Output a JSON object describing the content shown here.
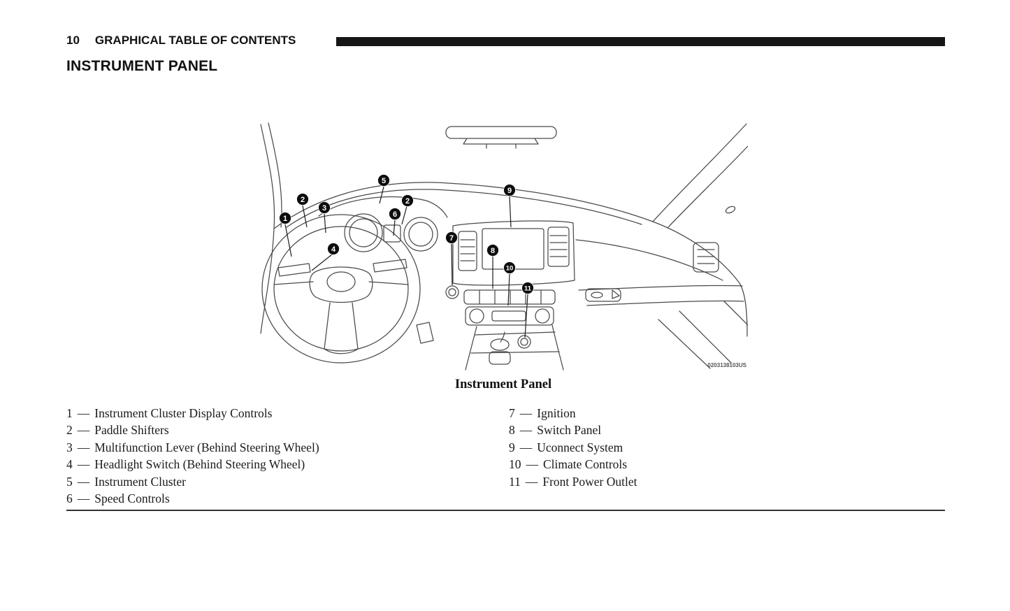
{
  "header": {
    "page_number": "10",
    "title": "GRAPHICAL TABLE OF CONTENTS"
  },
  "section": {
    "title": "INSTRUMENT PANEL"
  },
  "figure": {
    "caption": "Instrument Panel",
    "code": "0203138103US",
    "callout_numbers": [
      "1",
      "2",
      "3",
      "4",
      "5",
      "6",
      "2",
      "7",
      "8",
      "9",
      "10",
      "11"
    ]
  },
  "legend": {
    "separator": "—",
    "left": [
      {
        "num": "1",
        "label": "Instrument Cluster Display Controls"
      },
      {
        "num": "2",
        "label": "Paddle Shifters"
      },
      {
        "num": "3",
        "label": "Multifunction Lever (Behind Steering Wheel)"
      },
      {
        "num": "4",
        "label": "Headlight Switch (Behind Steering Wheel)"
      },
      {
        "num": "5",
        "label": "Instrument Cluster"
      },
      {
        "num": "6",
        "label": "Speed Controls"
      }
    ],
    "right": [
      {
        "num": "7",
        "label": "Ignition"
      },
      {
        "num": "8",
        "label": "Switch Panel"
      },
      {
        "num": "9",
        "label": "Uconnect System"
      },
      {
        "num": "10",
        "label": "Climate Controls"
      },
      {
        "num": "11",
        "label": "Front Power Outlet"
      }
    ]
  }
}
